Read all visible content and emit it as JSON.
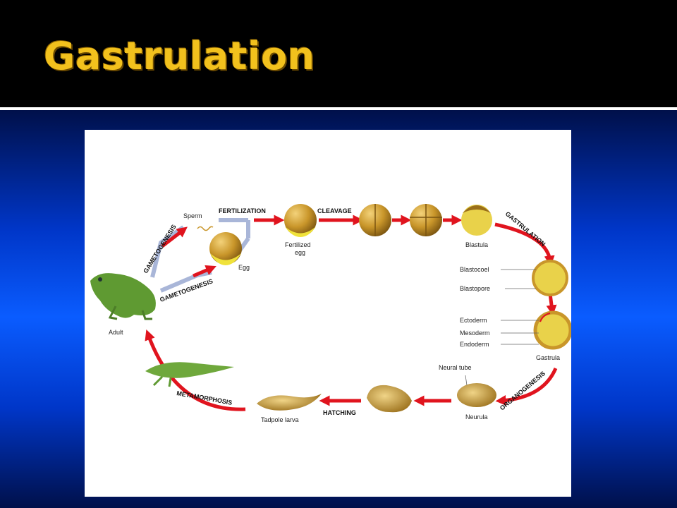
{
  "slide": {
    "title": "Gastrulation"
  },
  "diagram": {
    "stages": {
      "fertilization": "FERTILIZATION",
      "cleavage": "CLEAVAGE",
      "gastrulation": "GASTRULATION",
      "organogenesis": "ORGANOGENESIS",
      "hatching": "HATCHING",
      "metamorphosis": "METAMORPHOSIS",
      "gametogenesis_top": "GAMETOGENESIS",
      "gametogenesis_bottom": "GAMETOGENESIS"
    },
    "labels": {
      "sperm": "Sperm",
      "egg": "Egg",
      "fertilized_egg_1": "Fertilized",
      "fertilized_egg_2": "egg",
      "blastula": "Blastula",
      "blastocoel": "Blastocoel",
      "blastopore": "Blastopore",
      "ectoderm": "Ectoderm",
      "mesoderm": "Mesoderm",
      "endoderm": "Endoderm",
      "gastrula": "Gastrula",
      "neural_tube": "Neural tube",
      "neurula": "Neurula",
      "tadpole": "Tadpole larva",
      "adult": "Adult"
    },
    "colors": {
      "arrow": "#e0141e",
      "connector": "#a9b6d8",
      "embryo": "#c9962a",
      "yolk": "#f0e23a",
      "frog": "#5f9a32"
    }
  }
}
